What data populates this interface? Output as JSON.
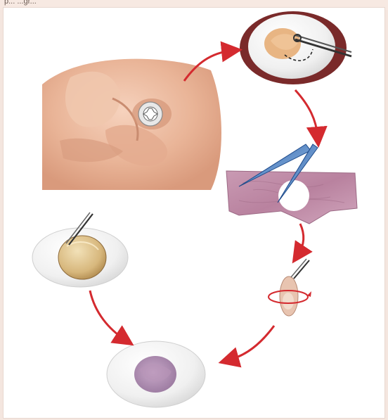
{
  "caption_fragment": "p... ...gr...",
  "colors": {
    "background": "#f4e6df",
    "arrow": "#d42a2f",
    "skin": "#eab89a",
    "membrane": "#c48aa8",
    "eye": "#f2f2f2"
  },
  "icons": [
    "face-illustration",
    "prosthetic-eye-implant",
    "curved-arrow",
    "scleral-shell-with-hook",
    "tissue-graft-sheet",
    "scalpel-blades",
    "rotation-indicator",
    "finished-shell-with-graft",
    "shell-with-lens"
  ]
}
